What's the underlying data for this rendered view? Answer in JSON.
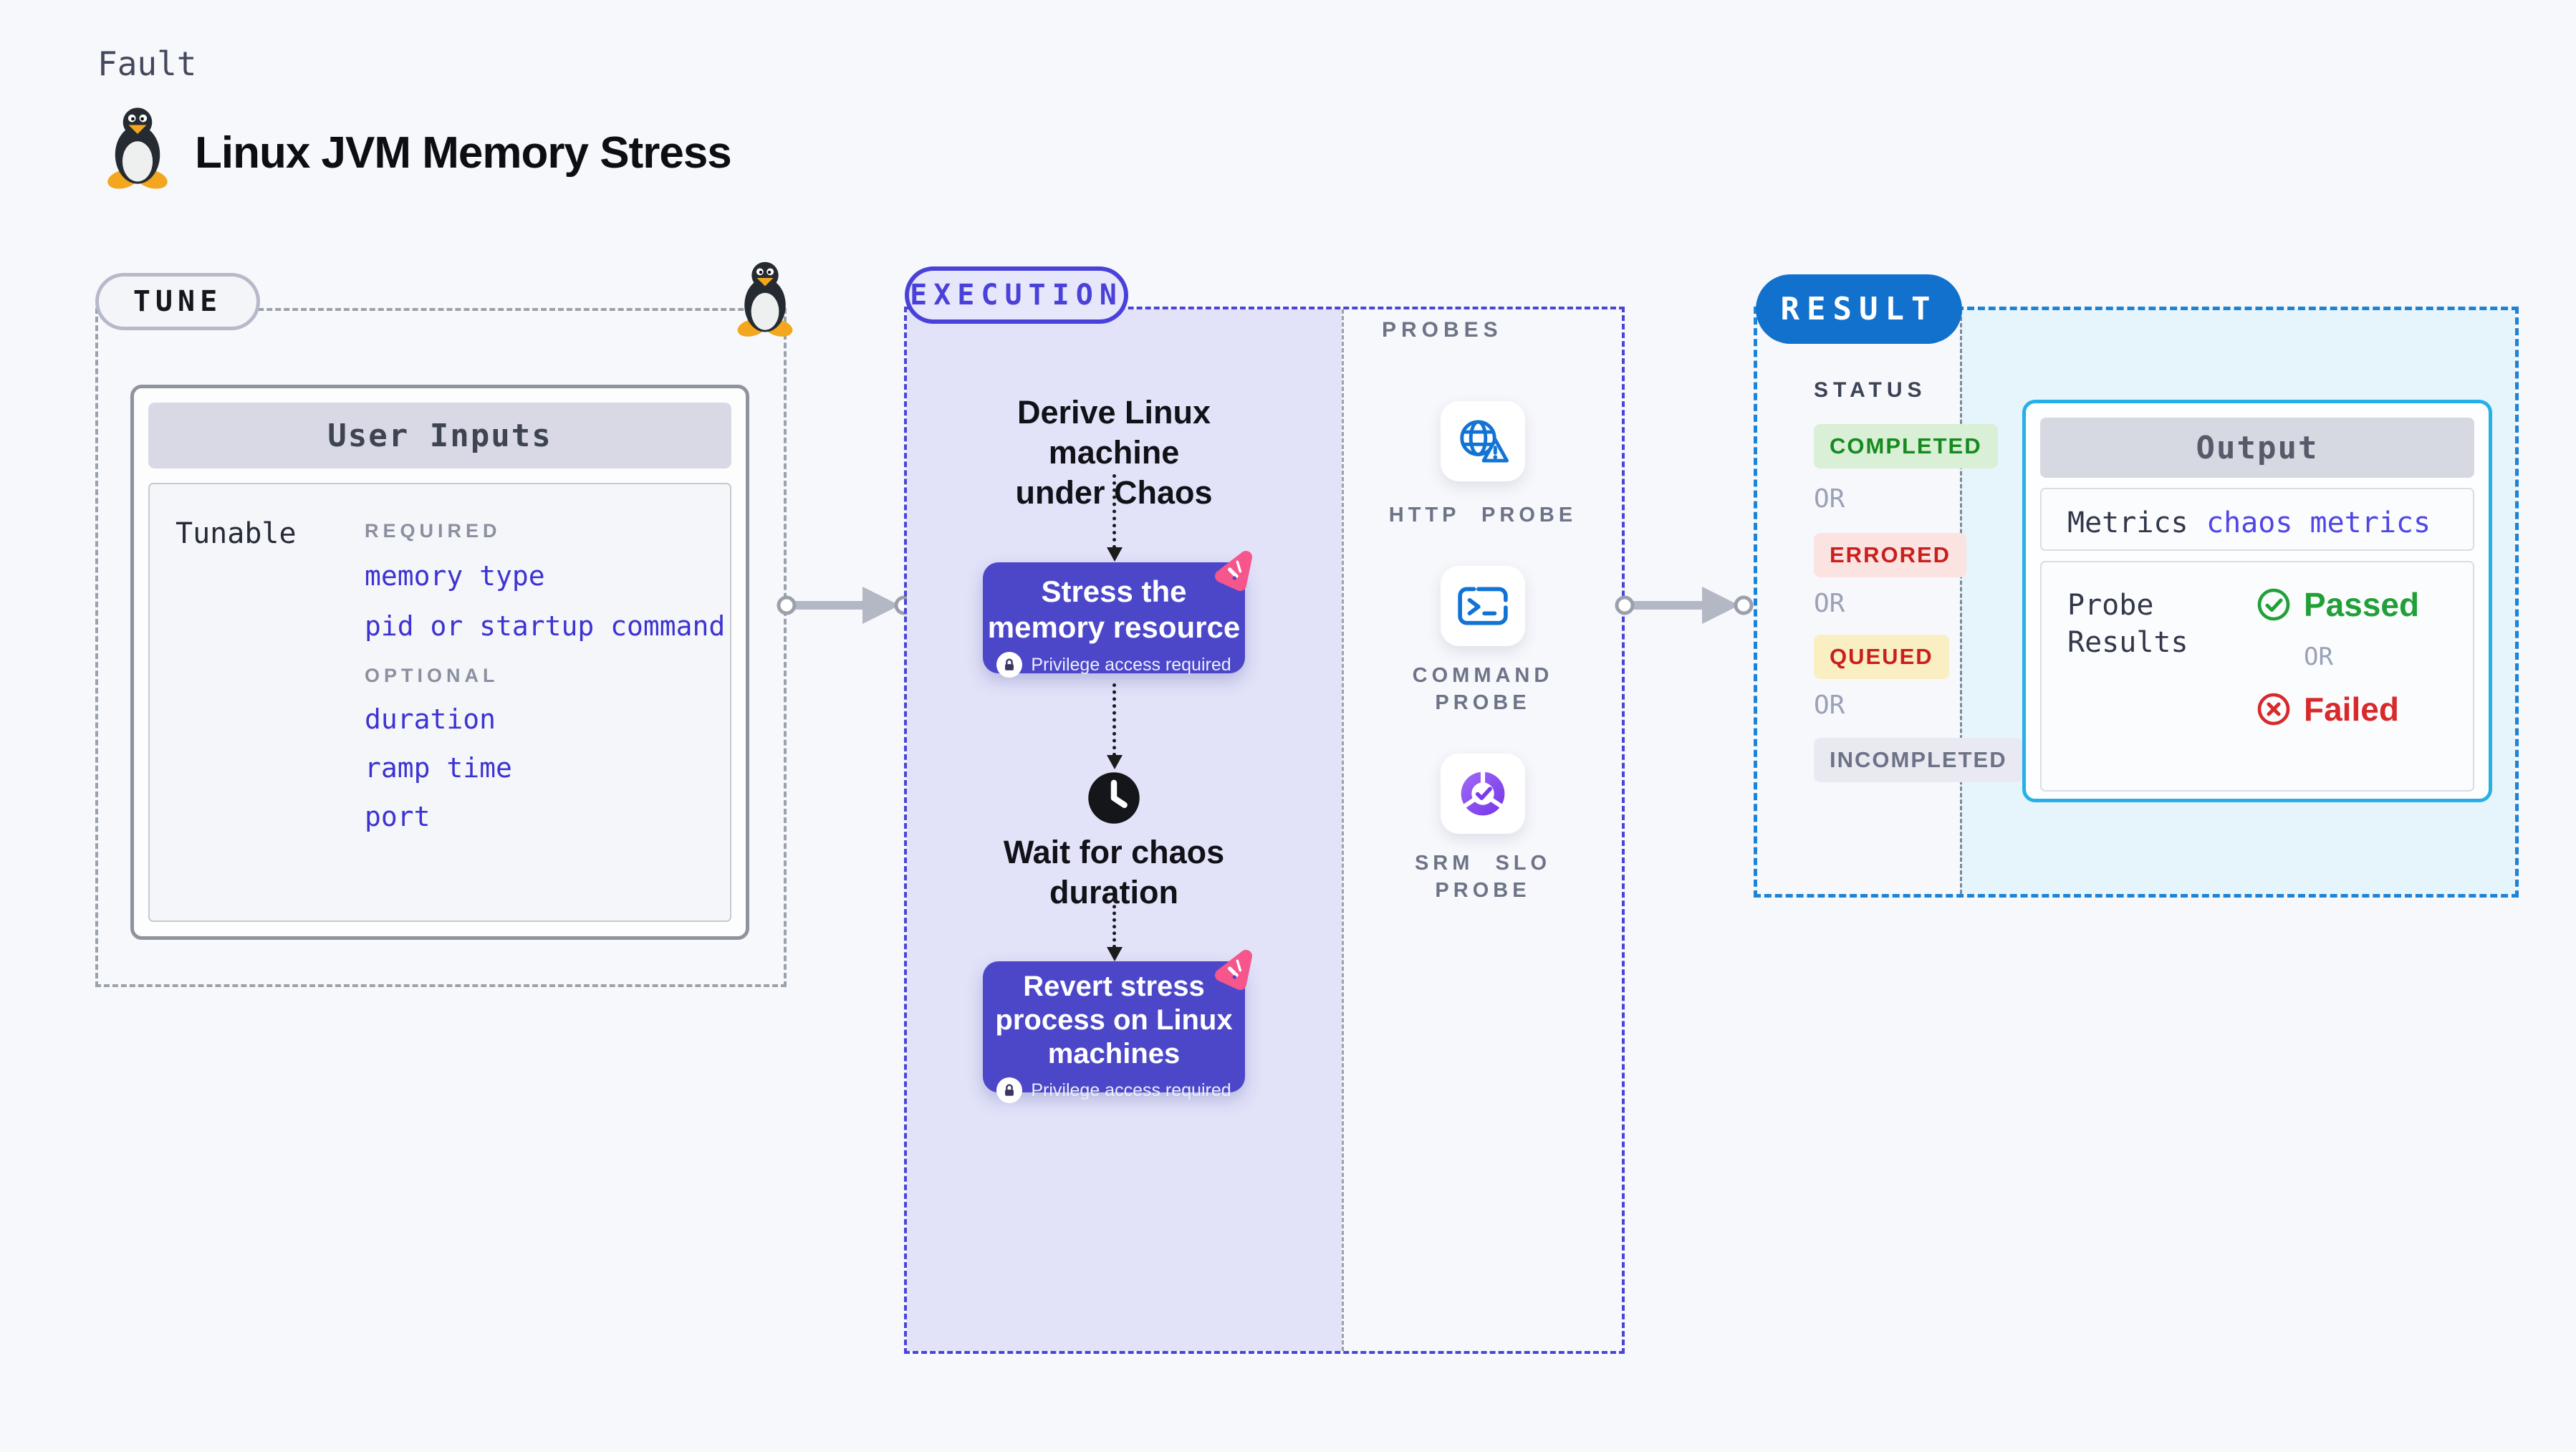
{
  "header": {
    "kicker": "Fault",
    "title": "Linux JVM Memory Stress"
  },
  "tune": {
    "pill_label": "TUNE",
    "card": {
      "title": "User Inputs",
      "row_label": "Tunable",
      "required_label": "REQUIRED",
      "required_items": [
        "memory type",
        "pid or startup command"
      ],
      "optional_label": "OPTIONAL",
      "optional_items": [
        "duration",
        "ramp time",
        "port"
      ]
    }
  },
  "execution": {
    "pill_label": "EXECUTION",
    "derive_text": "Derive Linux machine\nunder Chaos",
    "stress_title": "Stress the\nmemory resource",
    "wait_text": "Wait for chaos\nduration",
    "revert_title": "Revert stress\nprocess on Linux\nmachines",
    "privilege_badge": "Privilege access required"
  },
  "probes": {
    "section_label": "PROBES",
    "items": [
      {
        "label": "HTTP PROBE",
        "icon": "globe-alert-icon"
      },
      {
        "label": "COMMAND\nPROBE",
        "icon": "terminal-icon"
      },
      {
        "label": "SRM SLO\nPROBE",
        "icon": "slo-donut-icon"
      }
    ]
  },
  "result": {
    "pill_label": "RESULT",
    "status_label": "STATUS",
    "or_label": "OR",
    "statuses": [
      {
        "label": "COMPLETED",
        "bg": "#d9efd6",
        "color": "#168a1f"
      },
      {
        "label": "ERRORED",
        "bg": "#fbe3e2",
        "color": "#c8201d"
      },
      {
        "label": "QUEUED",
        "bg": "#faeec3",
        "color": "#c8201d"
      },
      {
        "label": "INCOMPLETED",
        "bg": "#e9eaf1",
        "color": "#6c7287"
      }
    ],
    "output": {
      "title": "Output",
      "metrics_label": "Metrics",
      "metrics_value": "chaos metrics",
      "probe_results_label": "Probe Results",
      "passed_label": "Passed",
      "failed_label": "Failed"
    }
  },
  "colors": {
    "page_bg": "#f7f8fc",
    "tune_border": "#9aa2ac",
    "execution_accent": "#4a42d8",
    "execution_fill": "#e2e3f9",
    "node_purple": "#4c47c9",
    "probe_icon_blue": "#1173d4",
    "slo_purple": "#7c3aed",
    "result_blue": "#1271cd",
    "result_fill": "#e6f4fc",
    "output_border": "#27b0e8",
    "input_link_blue": "#3d33d2",
    "passed_green": "#21a038",
    "failed_red": "#d8292b",
    "arrow_gray": "#b4b8c5",
    "chaos_pink": "#f6568c"
  }
}
